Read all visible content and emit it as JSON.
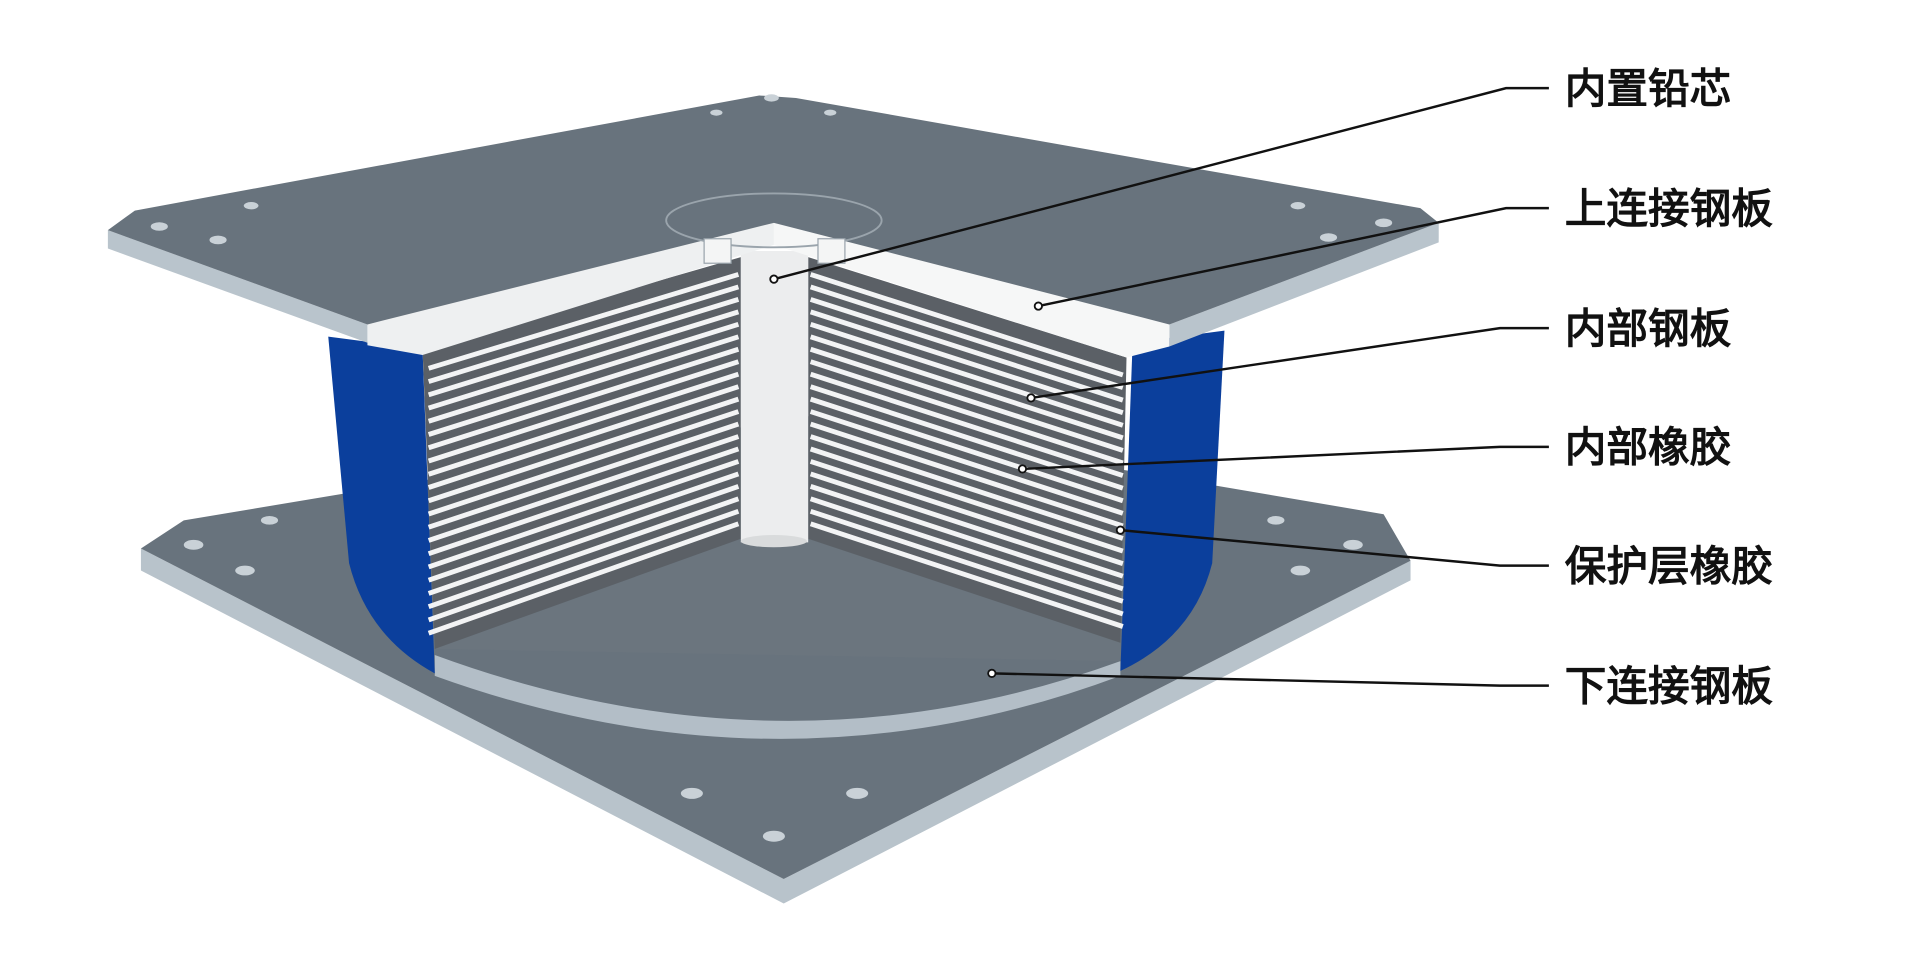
{
  "title": "Lead rubber bearing structure diagram",
  "labels": [
    {
      "id": "lead-core",
      "text": "内置铅芯"
    },
    {
      "id": "upper-plate",
      "text": "上连接钢板"
    },
    {
      "id": "inner-steel",
      "text": "内部钢板"
    },
    {
      "id": "inner-rubber",
      "text": "内部橡胶"
    },
    {
      "id": "cover-rubber",
      "text": "保护层橡胶"
    },
    {
      "id": "lower-plate",
      "text": "下连接钢板"
    }
  ],
  "colors": {
    "plate": "#68737d",
    "plate_edge": "#b9c4cc",
    "cut_face": "#eef0f1",
    "rubber": "#0b3f9c",
    "steel_layer": "#5b6066",
    "lead": "#eceded"
  }
}
